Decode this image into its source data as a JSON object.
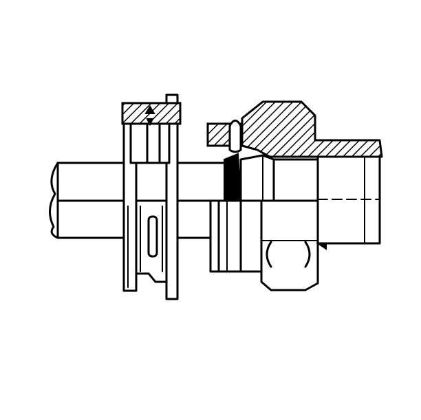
{
  "figure": {
    "background": "#ffffff",
    "ink": "#000000",
    "parts": [
      "tube",
      "bulkhead-panel",
      "bulkhead-locknut",
      "bulkhead-union-body",
      "seal-ring",
      "nut-hex",
      "union-body-hex",
      "threaded-end"
    ]
  }
}
